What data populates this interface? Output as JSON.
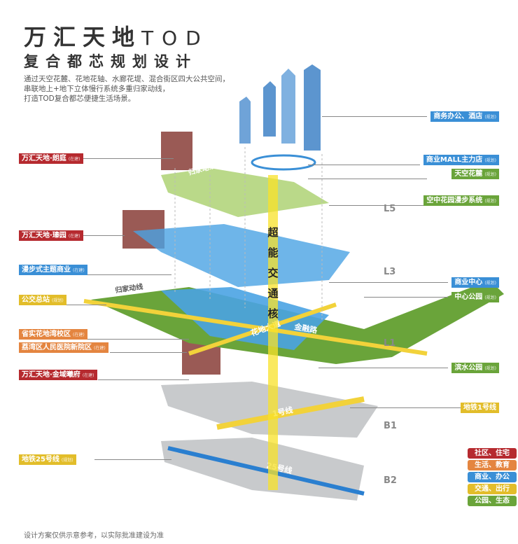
{
  "header": {
    "title": "万汇天地",
    "title_suffix": "TOD",
    "subtitle": "复合都芯规划设计",
    "description": [
      "通过天空花麓、花地花轴、水廊花堤、混合街区四大公共空间，",
      "串联地上+地下立体慢行系统多重归家动线，",
      "打造TOD复合都芯便捷生活场景。"
    ]
  },
  "left_labels": [
    {
      "text": "万汇天地·朗庭",
      "status": "(在建)",
      "category": "red"
    },
    {
      "text": "万汇天地·瑧园",
      "status": "(在建)",
      "category": "red"
    },
    {
      "text": "漫步式主题商业",
      "status": "(在建)",
      "category": "blue"
    },
    {
      "text": "公交总站",
      "status": "(规划)",
      "category": "yellow"
    },
    {
      "text": "省实花地湾校区",
      "status": "(在建)",
      "category": "orange"
    },
    {
      "text": "荔湾区人民医院新院区",
      "status": "(在建)",
      "category": "orange"
    },
    {
      "text": "万汇天地·金域曦府",
      "status": "(在建)",
      "category": "red"
    },
    {
      "text": "地铁25号线",
      "status": "(规划)",
      "category": "yellow"
    }
  ],
  "right_labels": [
    {
      "text": "商务办公、酒店",
      "status": "(规划)",
      "category": "blue"
    },
    {
      "text": "商业MALL主力店",
      "status": "(规划)",
      "category": "blue"
    },
    {
      "text": "天空花麓",
      "status": "(规划)",
      "category": "green"
    },
    {
      "text": "空中花园漫步系统",
      "status": "(规划)",
      "category": "green"
    },
    {
      "text": "商业中心",
      "status": "(规划)",
      "category": "blue"
    },
    {
      "text": "中心公园",
      "status": "(规划)",
      "category": "green"
    },
    {
      "text": "滨水公园",
      "status": "(规划)",
      "category": "green"
    },
    {
      "text": "地铁1号线",
      "status": "",
      "category": "yellow"
    }
  ],
  "levels": [
    "L5",
    "L3",
    "L1",
    "B1",
    "B2"
  ],
  "core_label": "超能交通核",
  "diagram_text": {
    "path1": "归家动线",
    "path2": "归家动线",
    "road1": "花地大道",
    "road2": "金融路",
    "metro1": "1号线",
    "metro2": "25号线"
  },
  "legend": [
    {
      "label": "社区、住宅",
      "color": "#b62a2f"
    },
    {
      "label": "生活、教育",
      "color": "#e48540"
    },
    {
      "label": "商业、办公",
      "color": "#3a8fd6"
    },
    {
      "label": "交通、出行",
      "color": "#e2bd2a"
    },
    {
      "label": "公园、生态",
      "color": "#6aa43a"
    }
  ],
  "footer": "设计方案仅供示意参考，以实际批准建设为准"
}
